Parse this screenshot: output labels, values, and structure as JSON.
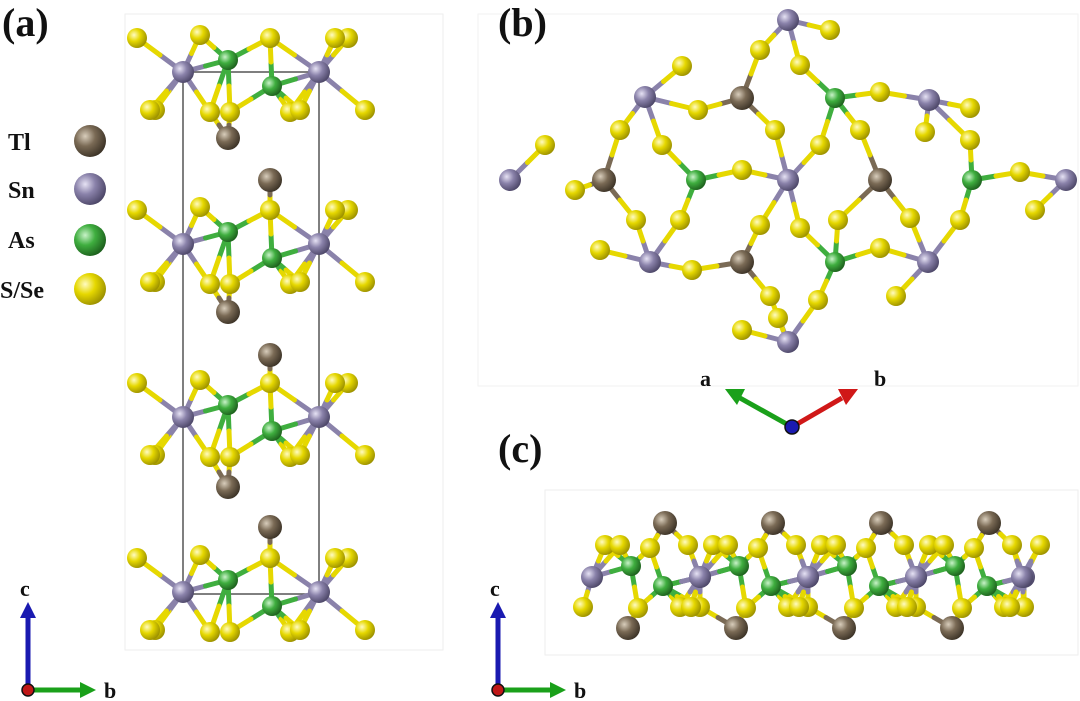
{
  "panels": {
    "a": {
      "label": "(a)"
    },
    "b": {
      "label": "(b)"
    },
    "c": {
      "label": "(c)"
    }
  },
  "legend": {
    "items": [
      {
        "label": "Tl",
        "color": "#7a6a55"
      },
      {
        "label": "Sn",
        "color": "#8a82aa"
      },
      {
        "label": "As",
        "color": "#3fae3f"
      },
      {
        "label": "S/Se",
        "color": "#e6d800"
      }
    ]
  },
  "axes": {
    "a_panel": {
      "vertical": "c",
      "horizontal": "b"
    },
    "b_panel": {
      "left": "a",
      "right": "b"
    },
    "c_panel": {
      "vertical": "c",
      "horizontal": "b"
    }
  },
  "colors": {
    "tl": "#7a6a55",
    "sn": "#8a82aa",
    "as": "#3fae3f",
    "s": "#e6d800",
    "axis_c": "#1a1ab0",
    "axis_b": "#1aa01a",
    "axis_a_red": "#d01818"
  }
}
